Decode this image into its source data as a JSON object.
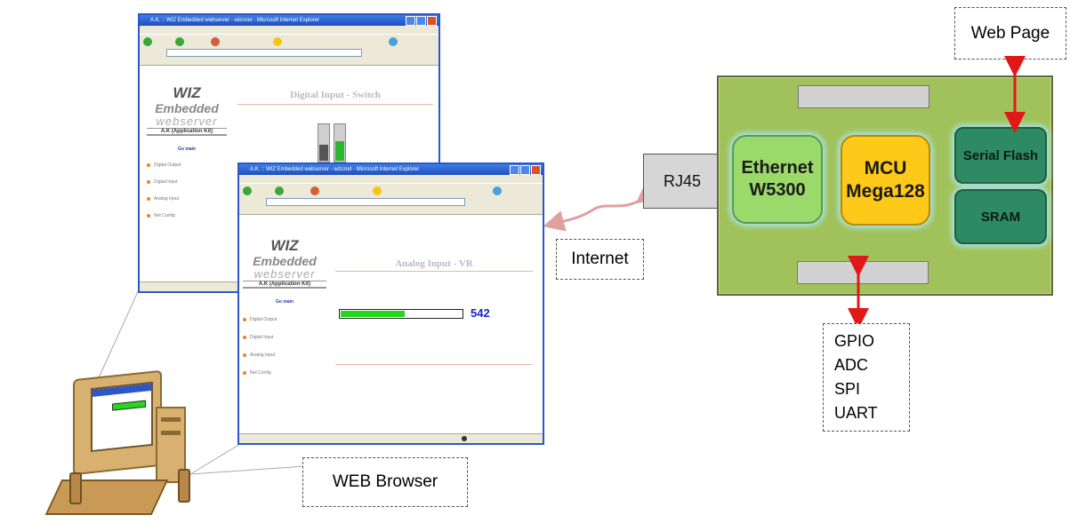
{
  "labels": {
    "web_page": "Web Page",
    "internet": "Internet",
    "rj45": "RJ45",
    "web_browser": "WEB Browser"
  },
  "board": {
    "ethernet": [
      "Ethernet",
      "W5300"
    ],
    "mcu": [
      "MCU",
      "Mega128"
    ],
    "serial_flash": "Serial Flash",
    "sram": "SRAM"
  },
  "interfaces": [
    "GPIO",
    "ADC",
    "SPI",
    "UART"
  ],
  "browser_back": {
    "title": "A.K. :: WIZ Embedded webserver - wizcnet - Microsoft Internet Explorer",
    "page_title": "Digital Input - Switch"
  },
  "browser_front": {
    "title": "A.K. :: WIZ Embedded webserver - wizcnet - Microsoft Internet Explorer",
    "page_title": "Analog Input - VR",
    "adc_value": "542",
    "adc_fraction": 0.53
  },
  "sidebar": {
    "logo_line1": "WIZ",
    "logo_line2": "Embedded",
    "logo_line3": "webserver",
    "kit": "A.K (Application Kit)",
    "go_main": "Go main",
    "items": [
      "Digital Output",
      "Digital Input",
      "Analog Input",
      "Net Config"
    ]
  },
  "colors": {
    "board": "#a1c25a",
    "ethernet": "#9ad96a",
    "mcu": "#ffc91a",
    "memory": "#2e8a63",
    "arrow_red": "#e01818",
    "arrow_pink": "#e0a0a0",
    "value_blue": "#1424c8"
  }
}
